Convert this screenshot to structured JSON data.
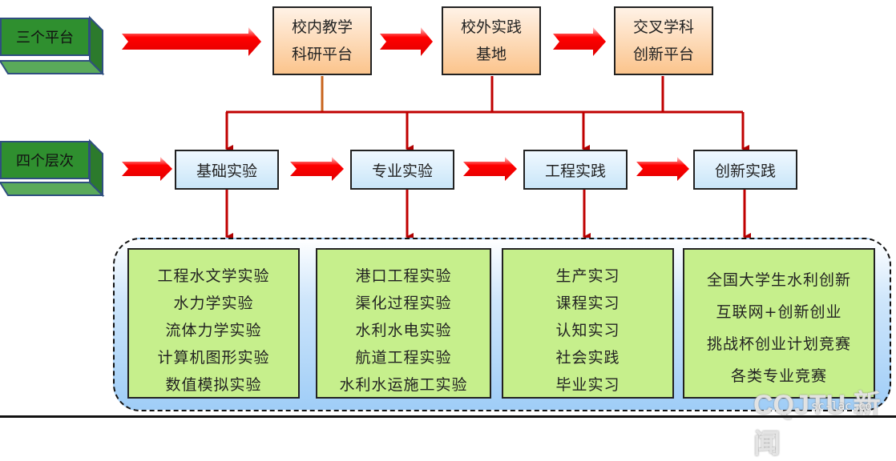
{
  "row_labels": {
    "platforms": "三个平台",
    "levels": "四个层次"
  },
  "platforms": [
    {
      "line1": "校内教学",
      "line2": "科研平台"
    },
    {
      "line1": "校外实践",
      "line2": "基地"
    },
    {
      "line1": "交叉学科",
      "line2": "创新平台"
    }
  ],
  "levels": [
    "基础实验",
    "专业实验",
    "工程实践",
    "创新实践"
  ],
  "lists": [
    [
      "工程水文学实验",
      "水力学实验",
      "流体力学实验",
      "计算机图形实验",
      "数值模拟实验"
    ],
    [
      "港口工程实验",
      "渠化过程实验",
      "水利水电实验",
      "航道工程实验",
      "水利水运施工实验"
    ],
    [
      "生产实习",
      "课程实习",
      "认知实习",
      "社会实践",
      "毕业实习"
    ],
    [
      "全国大学生水利创新",
      "互联网+创新创业",
      "挑战杯创业计划竞赛",
      "各类专业竞赛"
    ]
  ],
  "watermark": {
    "brand": "CQJTU 新闻",
    "sub": "sc-lac.co"
  },
  "colors": {
    "arrow_red": "#ff0000",
    "connector_red": "#c00000",
    "connector_orange": "#c8641e",
    "label_green": "#2f8f2f",
    "platform_fill": "#fbc48c",
    "level_fill": "#c9e6f8",
    "list_fill": "#c6ef8c"
  }
}
